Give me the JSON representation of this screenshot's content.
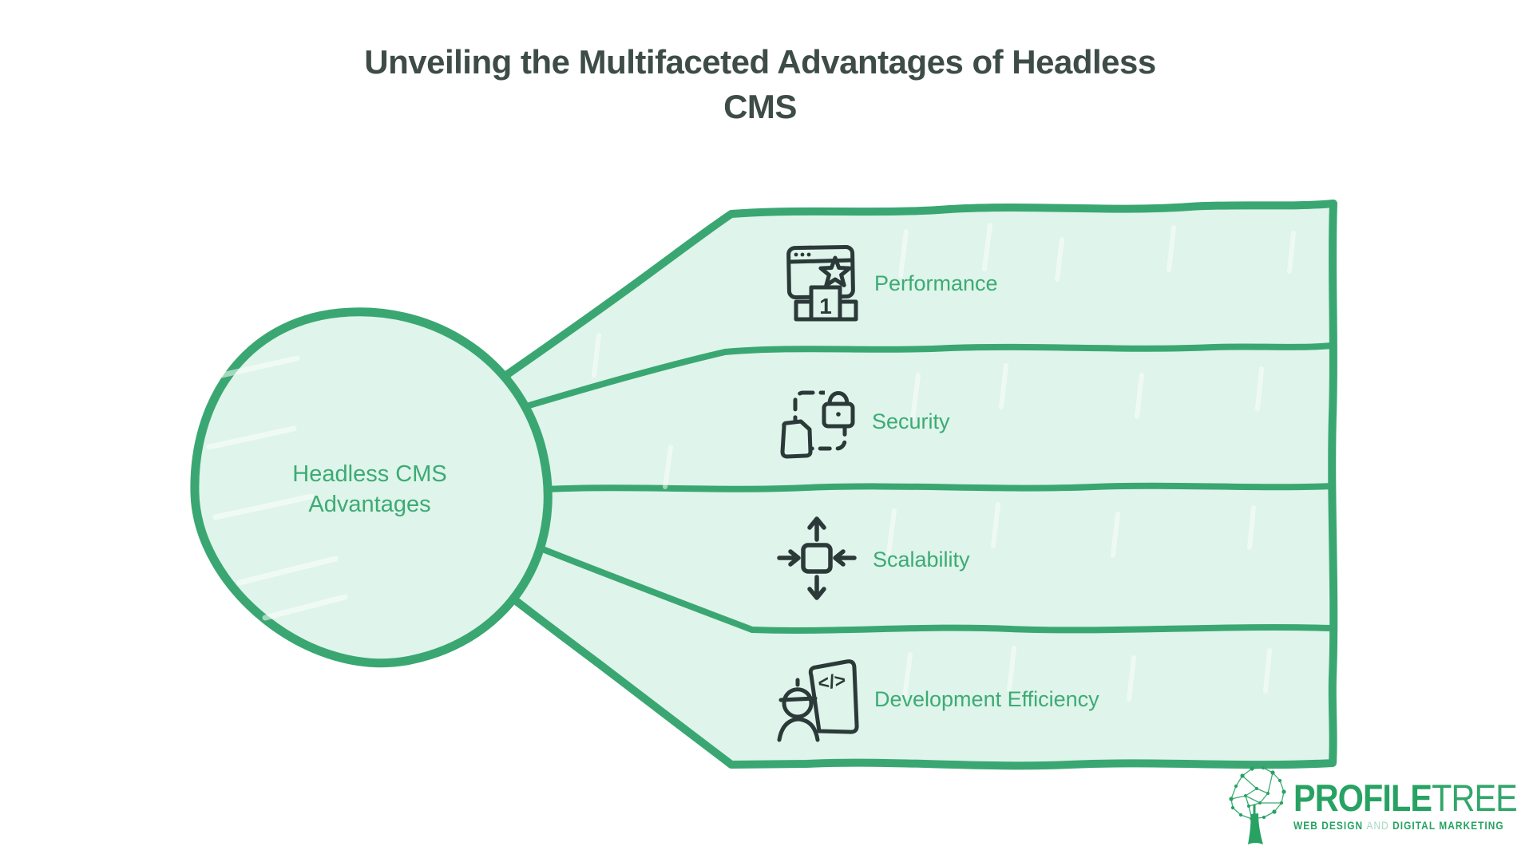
{
  "title": {
    "line1": "Unveiling the Multifaceted Advantages of Headless",
    "line2": "CMS"
  },
  "central_node": {
    "line1": "Headless CMS",
    "line2": "Advantages"
  },
  "branches": [
    {
      "id": "performance",
      "label": "Performance",
      "icon": "browser-ranking-icon",
      "badge": "1"
    },
    {
      "id": "security",
      "label": "Security",
      "icon": "lock-file-icon"
    },
    {
      "id": "scalability",
      "label": "Scalability",
      "icon": "expand-arrows-icon"
    },
    {
      "id": "development-efficiency",
      "label": "Development Efficiency",
      "icon": "engineer-code-icon",
      "code": "</>"
    }
  ],
  "logo": {
    "brand_bold": "PROFILE",
    "brand_light": "TREE",
    "tagline_part1": "WEB DESIGN",
    "tagline_and": "AND",
    "tagline_part2": "DIGITAL MARKETING"
  },
  "colors": {
    "accent_green": "#3aa772",
    "mint_fill": "#dff4ea",
    "text_green": "#3cab74",
    "title_dark": "#3e4c48",
    "icon_dark": "#2b3a38",
    "logo_green": "#27a263"
  }
}
